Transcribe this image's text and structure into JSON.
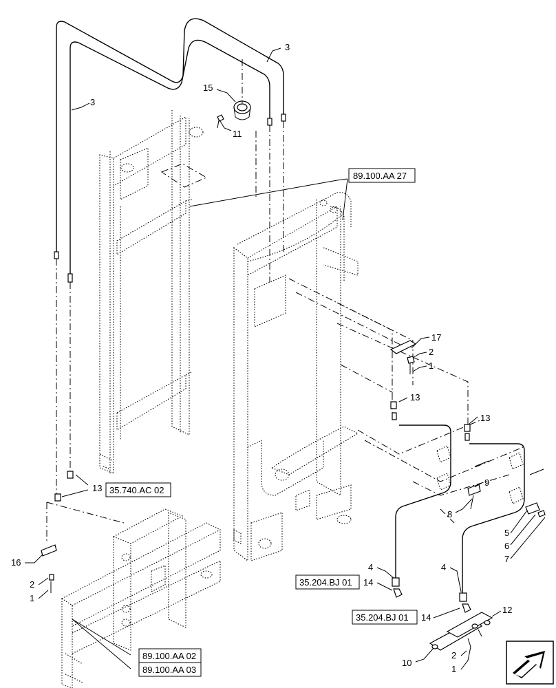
{
  "callouts": {
    "c3a": "3",
    "c3b": "3",
    "c15": "15",
    "c11": "11",
    "c17": "17",
    "c2a": "2",
    "c1a": "1",
    "c13a": "13",
    "c13b": "13",
    "c9": "9",
    "c8": "8",
    "c5": "5",
    "c6": "6",
    "c7": "7",
    "c4a": "4",
    "c4b": "4",
    "c14a": "14",
    "c14b": "14",
    "c12": "12",
    "c10": "10",
    "c2b": "2",
    "c1b": "1",
    "c13c": "13",
    "c16": "16",
    "c2c": "2",
    "c1c": "1"
  },
  "references": {
    "ref_mast": "89.100.AA 27",
    "ref_fitting": "35.740.AC 02",
    "ref_hose_left": "35.204.BJ 01",
    "ref_hose_right": "35.204.BJ 01",
    "ref_carriage_a": "89.100.AA 02",
    "ref_carriage_b": "89.100.AA 03"
  },
  "icons": {
    "nav": "next-page-arrow-icon"
  }
}
